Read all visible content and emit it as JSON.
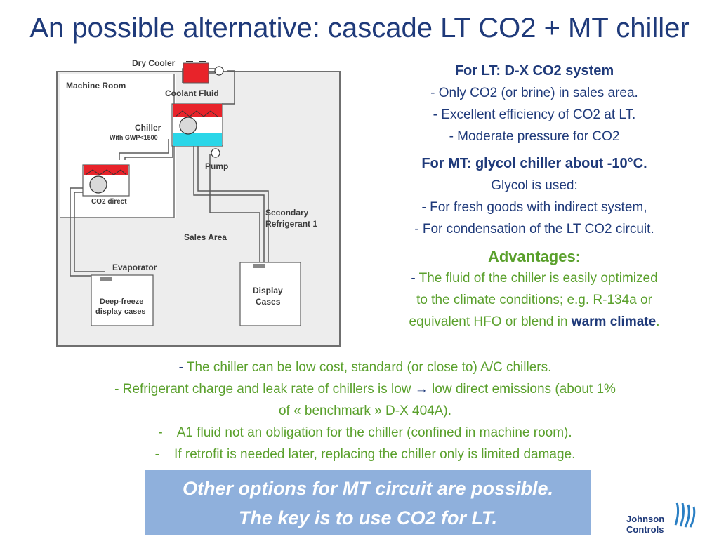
{
  "title": "An possible alternative: cascade LT CO2 + MT chiller",
  "diagram": {
    "dry_cooler": "Dry Cooler",
    "machine_room": "Machine Room",
    "coolant_fluid": "Coolant Fluid",
    "chiller": "Chiller",
    "gwp": "With GWP<1500",
    "pump": "Pump",
    "co2_direct": "CO2 direct",
    "secondary_1": "Secondary",
    "secondary_2": "Refrigerant 1",
    "sales_area": "Sales Area",
    "evaporator": "Evaporator",
    "deep_freeze_1": "Deep-freeze",
    "deep_freeze_2": "display cases",
    "display_1": "Display",
    "display_2": "Cases"
  },
  "lt": {
    "heading": "For LT: D-X CO2 system",
    "lines": [
      "- Only CO2 (or brine) in sales area.",
      "- Excellent efficiency of CO2 at LT.",
      "- Moderate pressure for CO2"
    ]
  },
  "mt": {
    "heading": "For MT: glycol chiller about -10°C.",
    "lines": [
      "Glycol is used:",
      "- For fresh goods with indirect system,",
      "- For condensation of the LT CO2 circuit."
    ]
  },
  "advantages": {
    "heading": "Advantages:",
    "dash": "-",
    "l1": "The fluid of the chiller is easily optimized",
    "l2": "to the climate conditions; e.g. R-134a or",
    "l3a": "equivalent HFO or blend in ",
    "l3b": "warm climate",
    "l3c": "."
  },
  "bottom": {
    "b1_dash": "-",
    "b1": " The chiller can be low cost, standard (or close to) A/C chillers.",
    "b2a": "- Refrigerant charge and leak rate of chillers is low ",
    "b2arrow": "→",
    "b2b": " low direct emissions (about 1%",
    "b3": "of « benchmark » D-X 404A).",
    "b4": "-    A1 fluid not an obligation for the chiller (confined in machine room).",
    "b5": "-    If retrofit is needed later, replacing the chiller only is limited damage."
  },
  "callout": {
    "line1": "Other options for MT circuit are possible.",
    "line2": "The key is to use CO2 for LT."
  },
  "logo": {
    "line1": "Johnson",
    "line2": "Controls"
  },
  "colors": {
    "title": "#1f3a7a",
    "advantage_green": "#5aa02c",
    "callout_bg": "#8fb0dc",
    "condenser_red": "#e8232a",
    "evaporator_cyan": "#2ad6e8"
  }
}
